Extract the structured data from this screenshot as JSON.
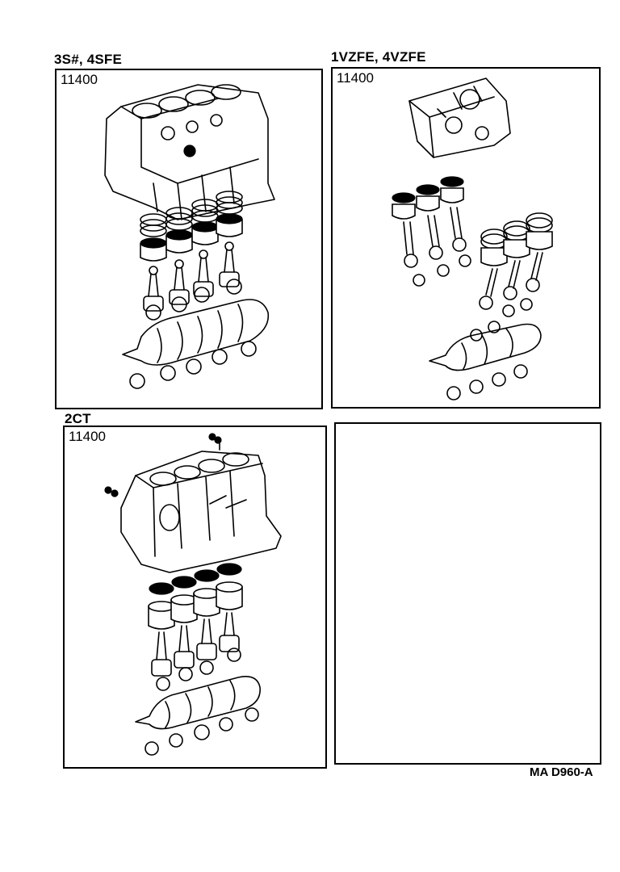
{
  "diagram": {
    "figure_code": "MA D960-A",
    "panels": [
      {
        "engine_label": "3S#, 4SFE",
        "part_number": "11400",
        "content": "short block assembly: 4-cylinder block, 4 pistons with rings, 4 connecting rods, crankshaft, bearings"
      },
      {
        "engine_label": "1VZFE, 4VZFE",
        "part_number": "11400",
        "content": "short block assembly: V6 block, 6 pistons with rings, 6 connecting rods, crankshaft, bearings"
      },
      {
        "engine_label": "2CT",
        "part_number": "11400",
        "content": "short block assembly: 4-cylinder diesel block with plugs, 4 pistons with rings, 4 connecting rods, crankshaft, bearings"
      },
      {
        "engine_label": "",
        "part_number": "",
        "content": "empty"
      }
    ]
  }
}
